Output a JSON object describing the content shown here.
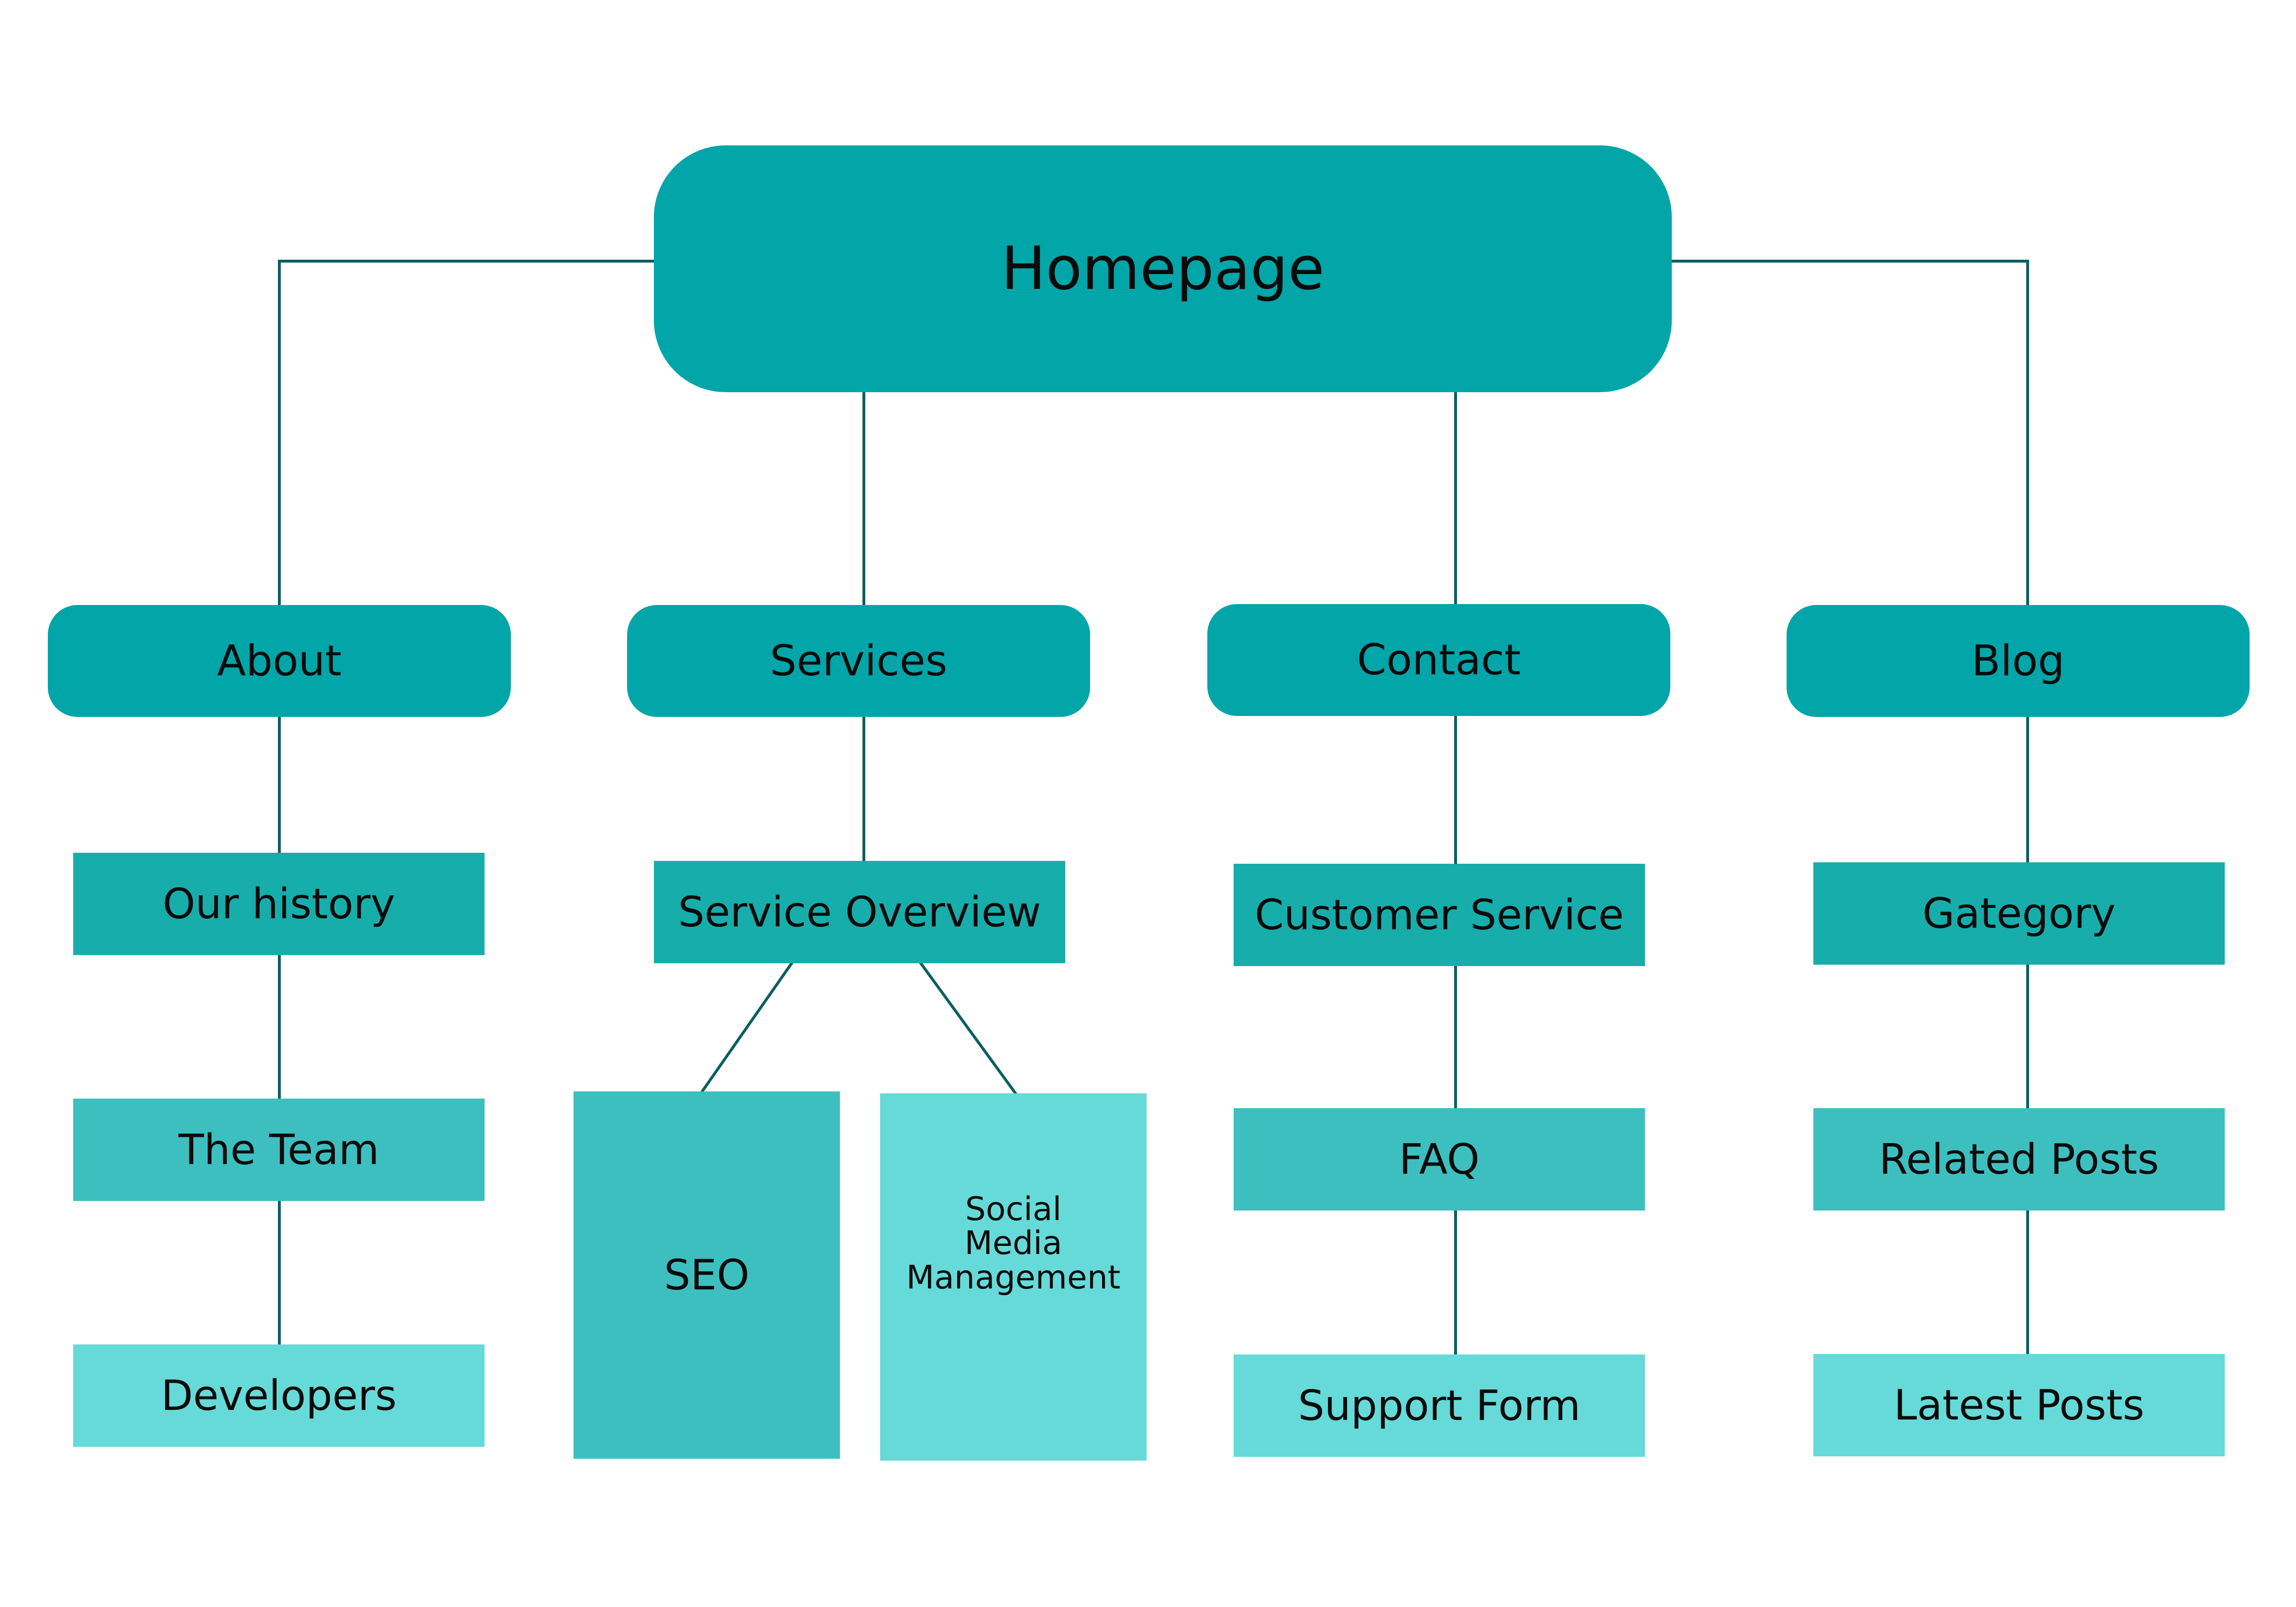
{
  "root": {
    "label": "Homepage"
  },
  "sections": {
    "about": {
      "label": "About",
      "children": [
        "Our history",
        "The Team",
        "Developers"
      ]
    },
    "services": {
      "label": "Services",
      "overview": "Service Overview",
      "seo": "SEO",
      "social": [
        "Social",
        "Media",
        "Management"
      ]
    },
    "contact": {
      "label": "Contact",
      "children": [
        "Customer Service",
        "FAQ",
        "Support Form"
      ]
    },
    "blog": {
      "label": "Blog",
      "children": [
        "Gategory",
        "Related Posts",
        "Latest Posts"
      ]
    }
  },
  "colors": {
    "primary": "#02a5a8",
    "level1": "#17adab",
    "level2": "#3dbfc0",
    "level3": "#66dad8",
    "connector": "#0e5e60",
    "text": "#0b0b0b"
  }
}
